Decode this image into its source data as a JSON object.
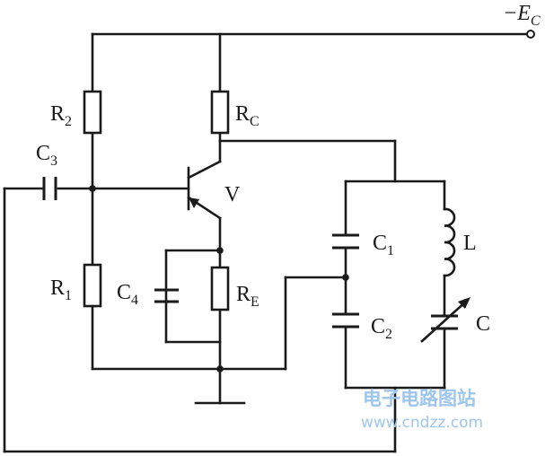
{
  "labels": {
    "ec": {
      "main": "−E",
      "sub": "C"
    },
    "r2": {
      "main": "R",
      "sub": "2"
    },
    "rc": {
      "main": "R",
      "sub": "C"
    },
    "c3": {
      "main": "C",
      "sub": "3"
    },
    "v": {
      "main": "V"
    },
    "r1": {
      "main": "R",
      "sub": "1"
    },
    "c4": {
      "main": "C",
      "sub": "4"
    },
    "re": {
      "main": "R",
      "sub": "E"
    },
    "c1": {
      "main": "C",
      "sub": "1"
    },
    "c2": {
      "main": "C",
      "sub": "2"
    },
    "l": {
      "main": "L"
    },
    "c": {
      "main": "C"
    }
  },
  "watermark": {
    "line1": "电子电路图站",
    "line2": "www.cndzz.com"
  }
}
